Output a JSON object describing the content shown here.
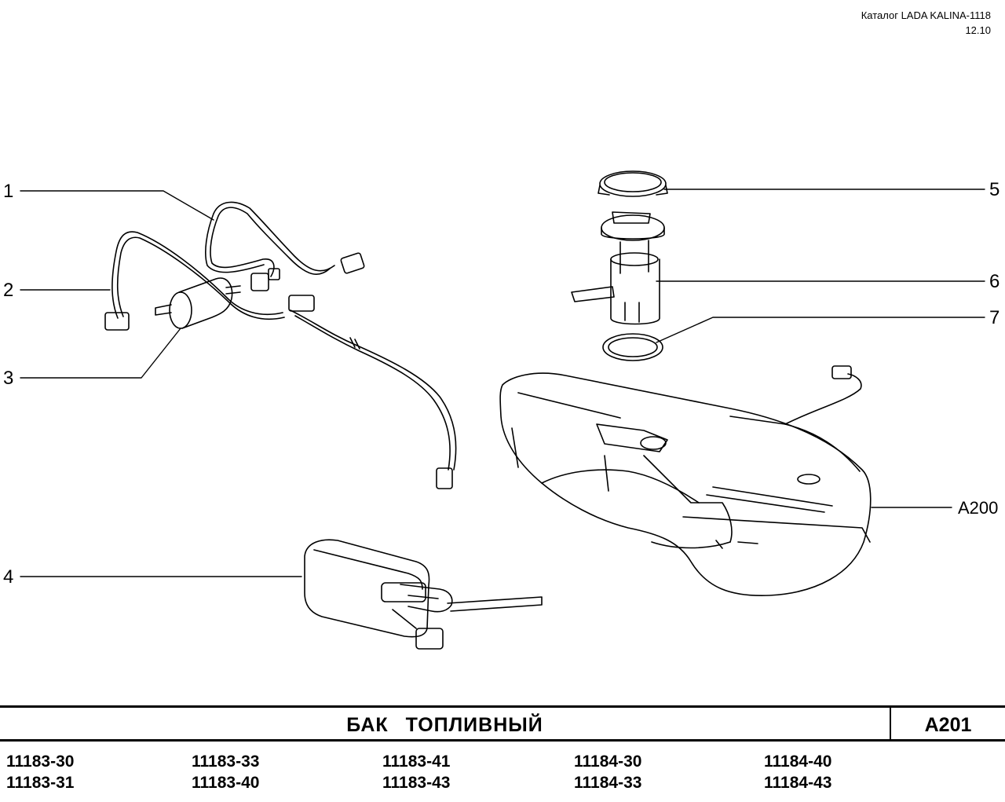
{
  "header": {
    "catalog_title": "Каталог LADA KALINA-1118",
    "revision_date": "12.10"
  },
  "callouts": [
    {
      "id": "c1",
      "label": "1"
    },
    {
      "id": "c2",
      "label": "2"
    },
    {
      "id": "c3",
      "label": "3"
    },
    {
      "id": "c4",
      "label": "4"
    },
    {
      "id": "c5",
      "label": "5"
    },
    {
      "id": "c6",
      "label": "6"
    },
    {
      "id": "c7",
      "label": "7"
    },
    {
      "id": "c8",
      "label": "A200"
    }
  ],
  "title_block": {
    "title": "БАК ТОПЛИВНЫЙ",
    "sheet_code": "A201"
  },
  "models": [
    [
      "11183-30",
      "11183-31"
    ],
    [
      "11183-33",
      "11183-40"
    ],
    [
      "11183-41",
      "11183-43"
    ],
    [
      "11184-30",
      "11184-33"
    ],
    [
      "11184-40",
      "11184-43"
    ]
  ],
  "colors": {
    "ink": "#000000",
    "paper": "#ffffff"
  }
}
